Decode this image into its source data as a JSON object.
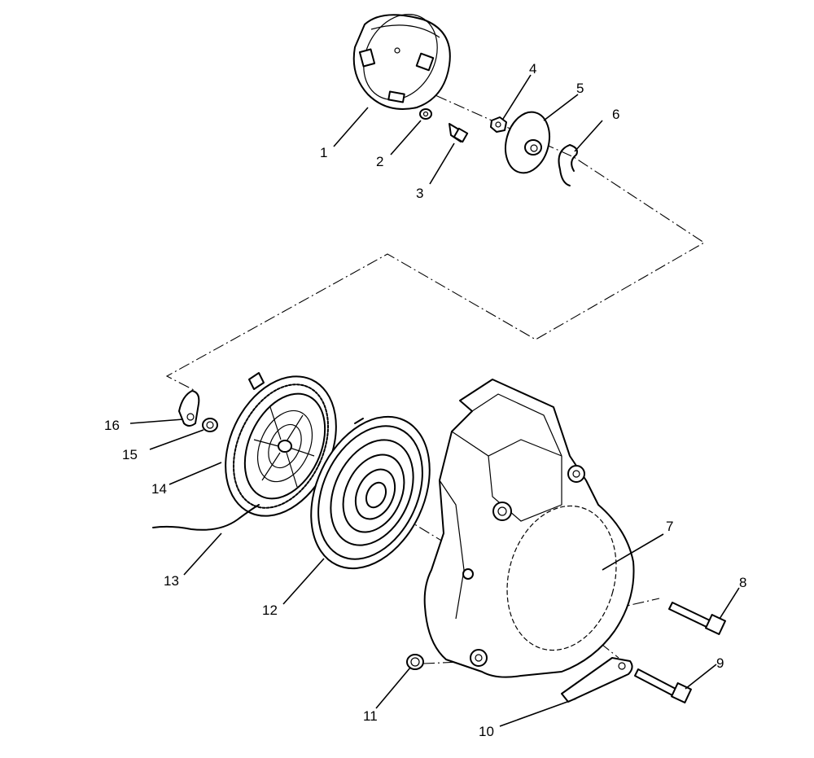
{
  "diagram": {
    "type": "exploded-parts-view",
    "callouts": [
      {
        "id": "1",
        "label": "1"
      },
      {
        "id": "2",
        "label": "2"
      },
      {
        "id": "3",
        "label": "3"
      },
      {
        "id": "4",
        "label": "4"
      },
      {
        "id": "5",
        "label": "5"
      },
      {
        "id": "6",
        "label": "6"
      },
      {
        "id": "7",
        "label": "7"
      },
      {
        "id": "8",
        "label": "8"
      },
      {
        "id": "9",
        "label": "9"
      },
      {
        "id": "10",
        "label": "10"
      },
      {
        "id": "11",
        "label": "11"
      },
      {
        "id": "12",
        "label": "12"
      },
      {
        "id": "13",
        "label": "13"
      },
      {
        "id": "14",
        "label": "14"
      },
      {
        "id": "15",
        "label": "15"
      },
      {
        "id": "16",
        "label": "16"
      }
    ]
  }
}
